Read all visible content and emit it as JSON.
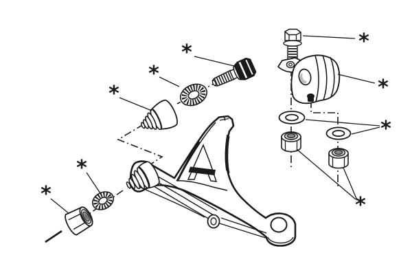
{
  "diagram": {
    "type": "exploded-parts-line-drawing",
    "background_color": "#ffffff",
    "ink_color": "#1a1a1a",
    "shading_color": "#9a9a9a",
    "collar_color": "#c9c9c9",
    "marker_glyph": "*",
    "parts": [
      {
        "name": "front-pivot-bolt",
        "label": "*"
      },
      {
        "name": "front-serrated-washer",
        "label": "*"
      },
      {
        "name": "front-cone-bushing",
        "label": "*"
      },
      {
        "name": "rear-bracket-bolt",
        "label": "*"
      },
      {
        "name": "rear-bushing-bracket",
        "label": "*"
      },
      {
        "name": "rear-flat-washers",
        "label": "*"
      },
      {
        "name": "rear-lock-nuts",
        "label": "*"
      },
      {
        "name": "lower-serrated-washer",
        "label": "*"
      },
      {
        "name": "lower-lock-nut",
        "label": "*"
      }
    ]
  }
}
